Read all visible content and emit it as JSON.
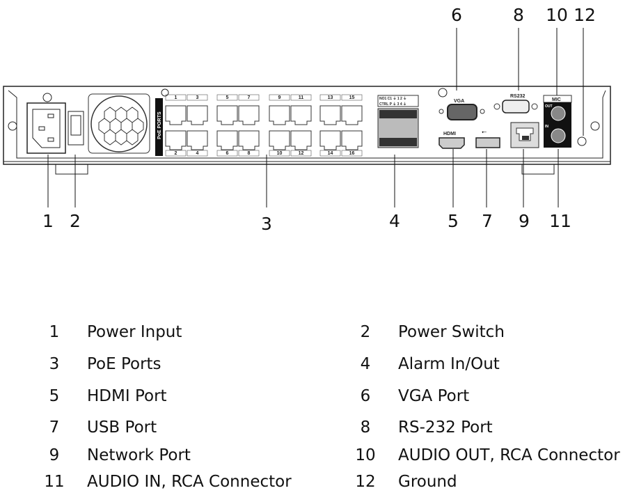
{
  "callouts": {
    "top": [
      "6",
      "8",
      "10",
      "12"
    ],
    "bottom": [
      "1",
      "2",
      "3",
      "4",
      "5",
      "7",
      "9",
      "11"
    ]
  },
  "panel": {
    "poe_label": "PoE PORTS",
    "ports_top": [
      "1",
      "3",
      "5",
      "7",
      "9",
      "11",
      "13",
      "15"
    ],
    "ports_bottom": [
      "2",
      "4",
      "6",
      "8",
      "10",
      "12",
      "14",
      "16"
    ],
    "vga_label": "VGA",
    "rs232_label": "RS232",
    "mic_label": "MIC",
    "out_label": "OUT",
    "in_label": "IN",
    "hdmi_label": "HDMI",
    "alarm_row1": "NO1 C1 ⏚ 1 2 ⏚",
    "alarm_row2": "CTRL P ⏚ 3 4 ⏚",
    "usb_icon": "usb-icon"
  },
  "legend": [
    {
      "num": "1",
      "label": "Power Input"
    },
    {
      "num": "2",
      "label": "Power Switch"
    },
    {
      "num": "3",
      "label": "PoE Ports"
    },
    {
      "num": "4",
      "label": "Alarm In/Out"
    },
    {
      "num": "5",
      "label": "HDMI Port"
    },
    {
      "num": "6",
      "label": "VGA Port"
    },
    {
      "num": "7",
      "label": "USB Port"
    },
    {
      "num": "8",
      "label": "RS-232 Port"
    },
    {
      "num": "9",
      "label": "Network Port"
    },
    {
      "num": "10",
      "label": "AUDIO OUT, RCA Connector"
    },
    {
      "num": "11",
      "label": "AUDIO IN, RCA Connector"
    },
    {
      "num": "12",
      "label": "Ground"
    }
  ]
}
